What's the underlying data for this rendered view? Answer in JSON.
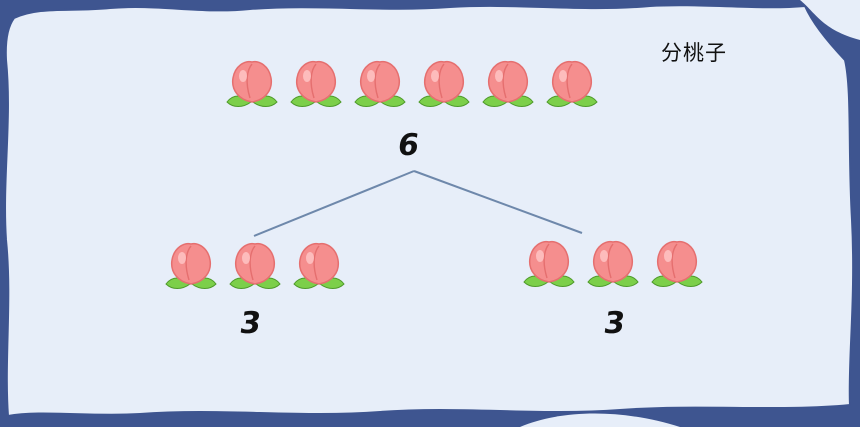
{
  "title": "分桃子",
  "top": {
    "count_label": "6",
    "peaches": 6
  },
  "left": {
    "count_label": "3",
    "peaches": 3
  },
  "right": {
    "count_label": "3",
    "peaches": 3
  },
  "colors": {
    "background_frame": "#3e5590",
    "board": "#e7eef9",
    "branch_line": "#6e88ab",
    "peach": "#f58e8e",
    "peach_outline": "#e56f6f",
    "leaf": "#7ccf4a"
  },
  "icons": {
    "peach": "peach-icon"
  }
}
